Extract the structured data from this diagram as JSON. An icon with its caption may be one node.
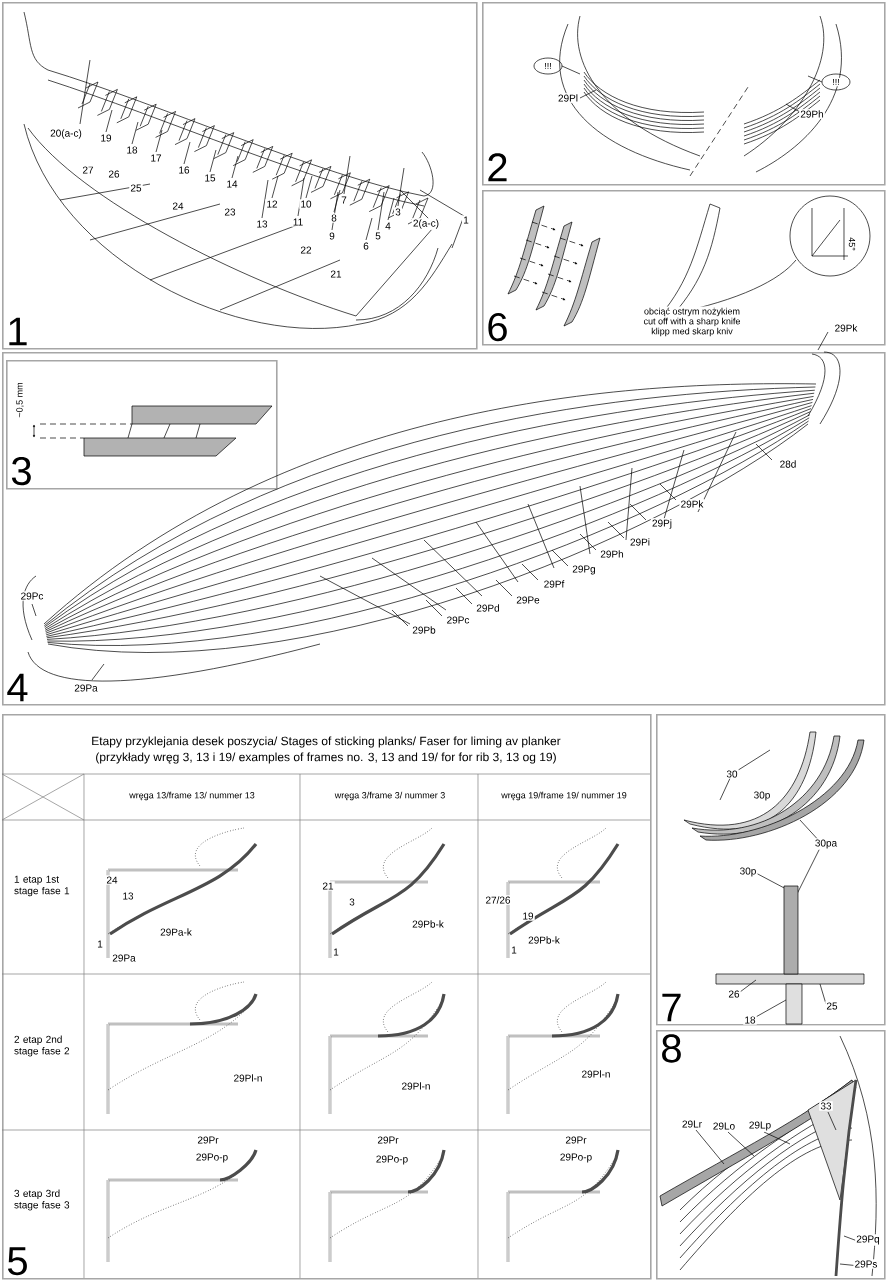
{
  "diagram": {
    "nodes": [
      {
        "text": [
          "1"
        ]
      },
      {
        "text": [
          "2"
        ]
      },
      {
        "text": [
          "6"
        ]
      },
      {
        "text": [
          "4"
        ]
      },
      {
        "text": [
          "3"
        ],
        "in": 3
      },
      {
        "text": [
          "5"
        ]
      },
      {
        "text": [
          "7"
        ]
      },
      {
        "text": [
          "8"
        ]
      }
    ],
    "labels": [
      "20(a-c)",
      "19",
      "18",
      "17",
      "16",
      "15",
      "14",
      "13",
      "12",
      "11",
      "10",
      "9",
      "8",
      "7",
      "6",
      "5",
      "4",
      "3",
      "2(a-c)",
      "1",
      "27",
      "26",
      "25",
      "24",
      "23",
      "22",
      "21",
      "!!!",
      "29Pl",
      "!!!",
      "29Ph",
      "obciąć ostrym nożykiem",
      "cut off with a sharp knife",
      "klipp med skarp kniv",
      "45°",
      "29Pk",
      "28d",
      "29Pk",
      "29Pj",
      "29Pi",
      "29Ph",
      "29Pg",
      "29Pf",
      "29Pe",
      "29Pd",
      "29Pc",
      "29Pb",
      "29Pc",
      "29Pa",
      "~0,5 mm",
      "Etapy przyklejania desek poszycia/ Stages of sticking planks/ Faser for liming av planker",
      "(przykłady wręg 3, 13 i 19/ examples of frames no. 3, 13 and 19/ for for rib 3, 13 og 19)",
      "wręga 13/frame 13/ nummer 13",
      "wręga 3/frame 3/ nummer 3",
      "wręga 19/frame 19/ nummer 19",
      "1 etap 1st stage fase 1",
      "24",
      "13",
      "29Pa-k",
      "1",
      "29Pa",
      "21",
      "3",
      "29Pb-k",
      "1",
      "27/26",
      "19",
      "29Pb-k",
      "1",
      "2 etap 2nd stage fase 2",
      "29Pl-n",
      "29Pl-n",
      "29Pl-n",
      "3 etap 3rd stage fase 3",
      "29Pr",
      "29Po-p",
      "29Pr",
      "29Po-p",
      "29Pr",
      "29Po-p",
      "30",
      "30p",
      "30pa",
      "30p",
      "26",
      "25",
      "18",
      "33",
      "29Lr",
      "29Lo",
      "29Lp",
      "29Pq",
      "29Ps"
    ]
  }
}
